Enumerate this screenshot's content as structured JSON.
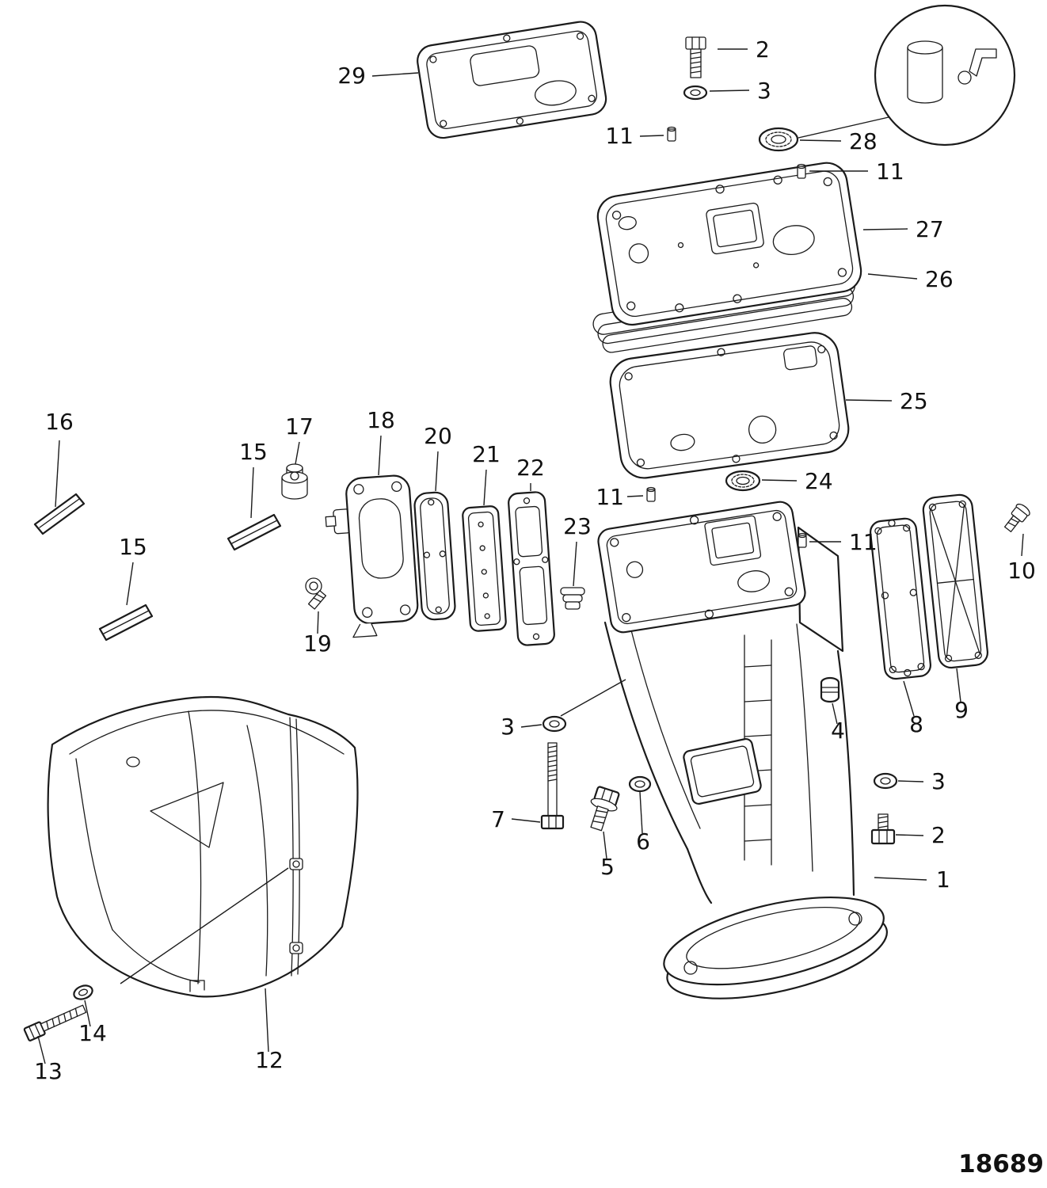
{
  "figure": {
    "number": "18689"
  },
  "callouts": [
    "29",
    "2",
    "3",
    "11",
    "28",
    "11",
    "27",
    "26",
    "25",
    "24",
    "11",
    "11",
    "10",
    "16",
    "15",
    "17",
    "18",
    "20",
    "21",
    "22",
    "15",
    "23",
    "19",
    "3",
    "7",
    "5",
    "6",
    "4",
    "8",
    "9",
    "3",
    "2",
    "1",
    "14",
    "13",
    "12"
  ]
}
